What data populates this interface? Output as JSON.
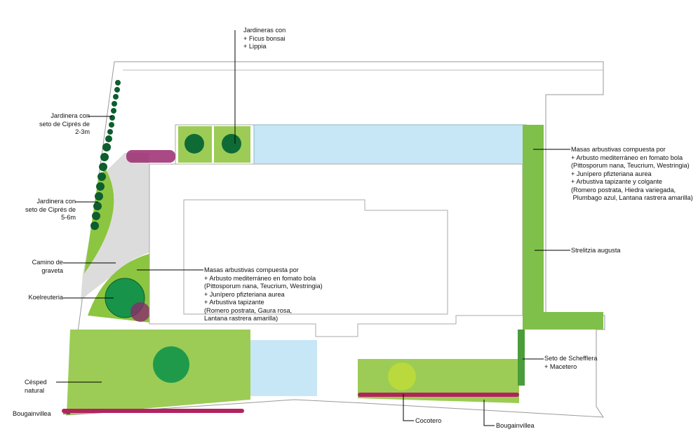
{
  "labels": {
    "jardineras_bonsai": [
      "Jardineras con",
      "+ Ficus bonsai",
      "+ Lippia"
    ],
    "seto_cipres_23": [
      "Jardinera con",
      "seto de Ciprés de",
      "2-3m"
    ],
    "seto_cipres_56": [
      "Jardinera con",
      "seto de Ciprés de",
      "5-6m"
    ],
    "camino": [
      "Camino de",
      "graveta"
    ],
    "koelreuteria": "Koelreuteria",
    "cesped": [
      "Césped",
      "natural"
    ],
    "bougainvillea_left": "Bougainvillea",
    "masas_centro": [
      "Masas arbustivas compuesta por",
      "+ Arbusto mediterráneo en fomato bola",
      "(Pittosporum nana, Teucrium, Westringia)",
      "+ Junípero pfizteriana aurea",
      "+ Arbustiva tapizante",
      "(Romero postrata, Gaura rosa,",
      "Lantana rastrera amarilla)"
    ],
    "masas_derecha": [
      "Masas arbustivas compuesta por",
      "+ Arbusto mediterráneo en fomato bola",
      "(Pittosporum nana, Teucrium, Westringia)",
      "+ Junípero pfizteriana aurea",
      "+ Arbustiva tapizante y colgante",
      "(Romero postrata, Hiedra variegada,",
      " Plumbago azul, Lantana rastrera amarilla)"
    ],
    "strelitzia": "Strelitzia augusta",
    "seto_schefflera": [
      "Seto de Schefflera",
      "+ Macetero"
    ],
    "cocotero": "Cocotero",
    "bougainvillea_bottom": "Bougainvillea"
  },
  "colors": {
    "lawn": "#9ccc55",
    "hedge": "#0f6b35",
    "gravel": "#d9d9d9",
    "water": "#bfe3f5",
    "flower": "#9b2a6e"
  }
}
